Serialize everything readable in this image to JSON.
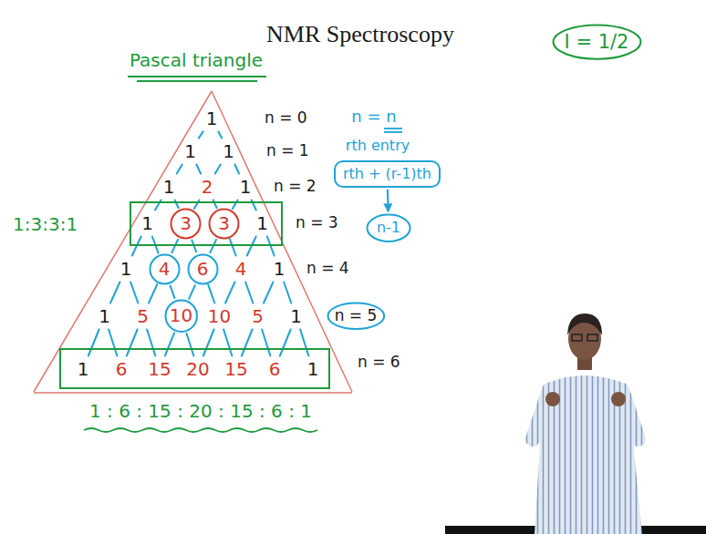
{
  "diagram": {
    "title": "NMR Spectroscopy",
    "nodes": [
      {
        "text": [
          "I = 1/2"
        ]
      },
      {
        "text": [
          "rth + (r-1)th"
        ]
      },
      {
        "text": [
          "n-1"
        ]
      },
      {
        "text": [
          "1",
          "1"
        ]
      },
      {
        "text": [
          "3"
        ],
        "in": 3
      },
      {
        "text": [
          "3"
        ],
        "in": 3
      },
      {
        "text": [
          "4"
        ]
      },
      {
        "text": [
          "6"
        ]
      },
      {
        "text": [
          "10"
        ]
      },
      {
        "text": [
          "n = 5"
        ]
      },
      {
        "text": [
          "1",
          "6",
          "15",
          "20",
          "15",
          "6",
          "1"
        ]
      }
    ],
    "edges": [
      {
        "from": 1,
        "to": 2,
        "arrow": "to"
      },
      {
        "from": 4,
        "to": 6,
        "arrow": "none"
      },
      {
        "from": 4,
        "to": 7,
        "arrow": "none"
      },
      {
        "from": 5,
        "to": 7,
        "arrow": "none"
      },
      {
        "from": 6,
        "to": 8,
        "arrow": "none"
      },
      {
        "from": 7,
        "to": 8,
        "arrow": "none"
      }
    ],
    "labels": [
      "Pascal triangle",
      "1",
      "n = 0",
      "1",
      "1",
      "n = 1",
      "1",
      "2",
      "1",
      "n = 2",
      "n = 3",
      "1:3:3:1",
      "1",
      "4",
      "1",
      "n = 4",
      "1",
      "5",
      "10",
      "5",
      "1",
      "n = 6",
      "1 : 6 : 15 : 20 : 15 : 6 : 1",
      "n = n",
      "rth entry"
    ]
  }
}
